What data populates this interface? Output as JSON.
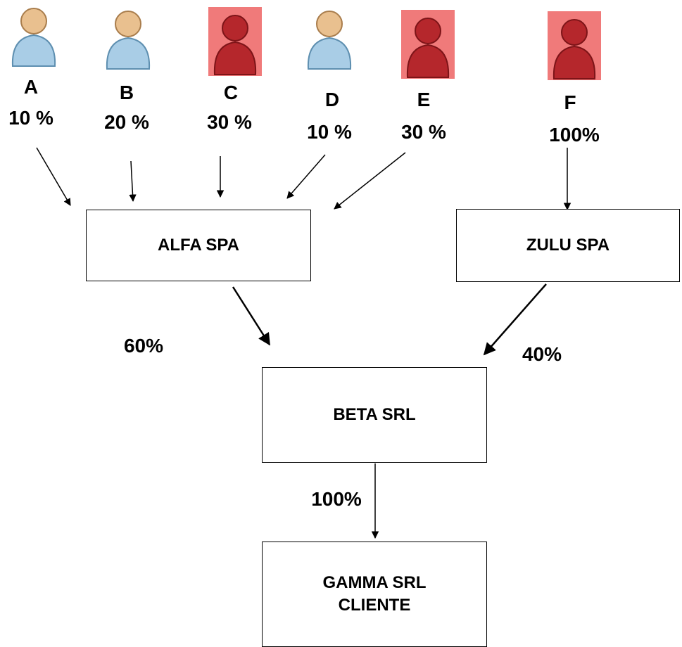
{
  "shareholders": [
    {
      "letter": "A",
      "percent": "10 %",
      "role": "person"
    },
    {
      "letter": "B",
      "percent": "20 %",
      "role": "person"
    },
    {
      "letter": "C",
      "percent": "30 %",
      "role": "highlighted"
    },
    {
      "letter": "D",
      "percent": "10 %",
      "role": "person"
    },
    {
      "letter": "E",
      "percent": "30 %",
      "role": "highlighted"
    },
    {
      "letter": "F",
      "percent": "100%",
      "role": "highlighted"
    }
  ],
  "companies": {
    "alfa": "ALFA SPA",
    "zulu": "ZULU SPA",
    "beta": "BETA SRL",
    "gamma_line1": "GAMMA SRL",
    "gamma_line2": "CLIENTE"
  },
  "edges": {
    "alfa_to_beta": "60%",
    "zulu_to_beta": "40%",
    "beta_to_gamma": "100%"
  },
  "colors": {
    "person_body": "#a9cde6",
    "person_head": "#e9c08f",
    "highlight_bg": "#f07a7a",
    "highlight_figure": "#b5272c"
  }
}
